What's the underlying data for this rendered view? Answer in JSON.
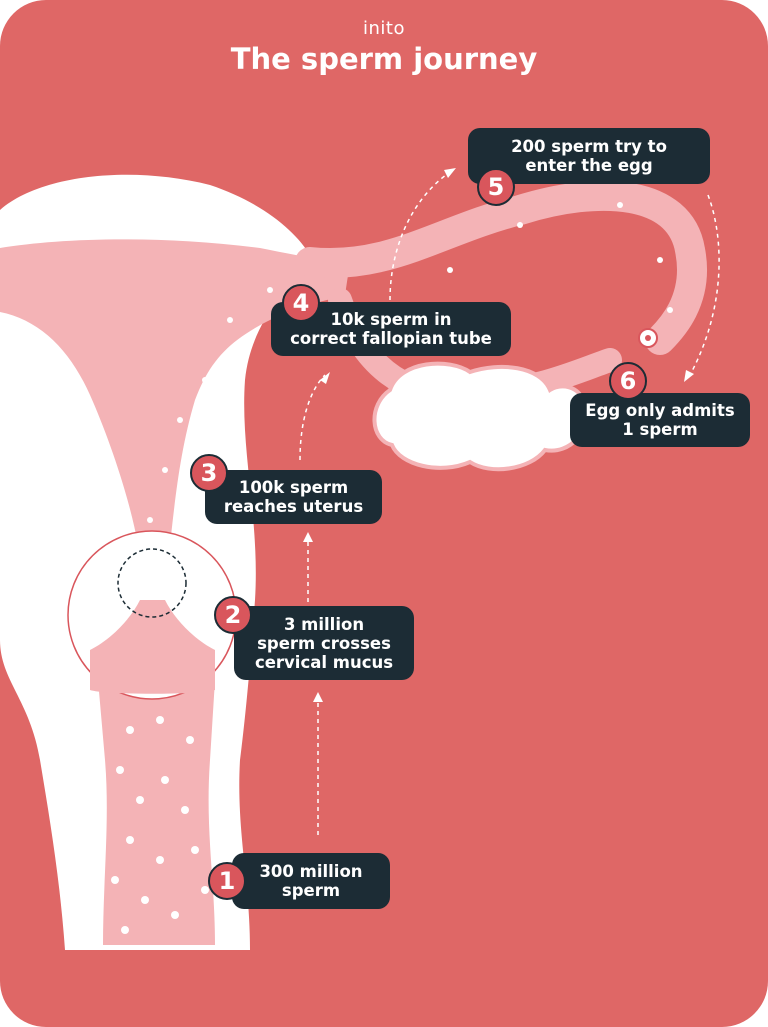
{
  "header": {
    "brand": "inito",
    "title": "The sperm journey"
  },
  "steps": [
    {
      "number": "1",
      "lines": [
        "300 million",
        "sperm"
      ]
    },
    {
      "number": "2",
      "lines": [
        "3 million",
        "sperm crosses",
        "cervical mucus"
      ]
    },
    {
      "number": "3",
      "lines": [
        "100k sperm",
        "reaches uterus"
      ]
    },
    {
      "number": "4",
      "lines": [
        "10k sperm in",
        "correct fallopian tube"
      ]
    },
    {
      "number": "5",
      "lines": [
        "200 sperm try to",
        "enter the egg"
      ]
    },
    {
      "number": "6",
      "lines": [
        "Egg only admits",
        "1 sperm"
      ]
    }
  ],
  "colors": {
    "background": "#df6766",
    "organ_light": "#f4b3b6",
    "organ_white": "#ffffff",
    "label_bg": "#1c2c35",
    "badge": "#d9565c"
  }
}
